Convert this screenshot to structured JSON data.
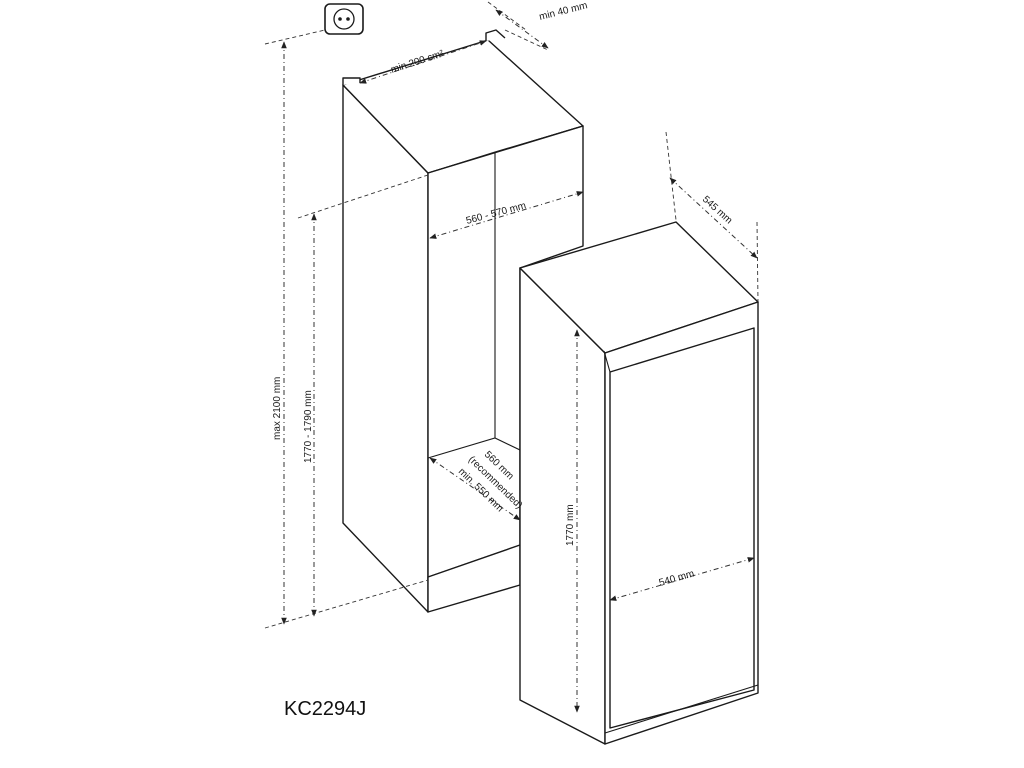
{
  "model": "KC2294J",
  "dimensions": {
    "vent_area": "min 200 cm²",
    "rear_gap": "min 40 mm",
    "max_height": "max 2100 mm",
    "niche_height": "1770 - 1790 mm",
    "niche_width": "560 - 570 mm",
    "niche_depth_line1": "560 mm",
    "niche_depth_line2": "(recommended)",
    "niche_depth_line3": "min. 550 mm",
    "appliance_depth": "545 mm",
    "appliance_height": "1770 mm",
    "appliance_width": "540 mm"
  },
  "icons": {
    "socket": "power-socket-icon"
  }
}
